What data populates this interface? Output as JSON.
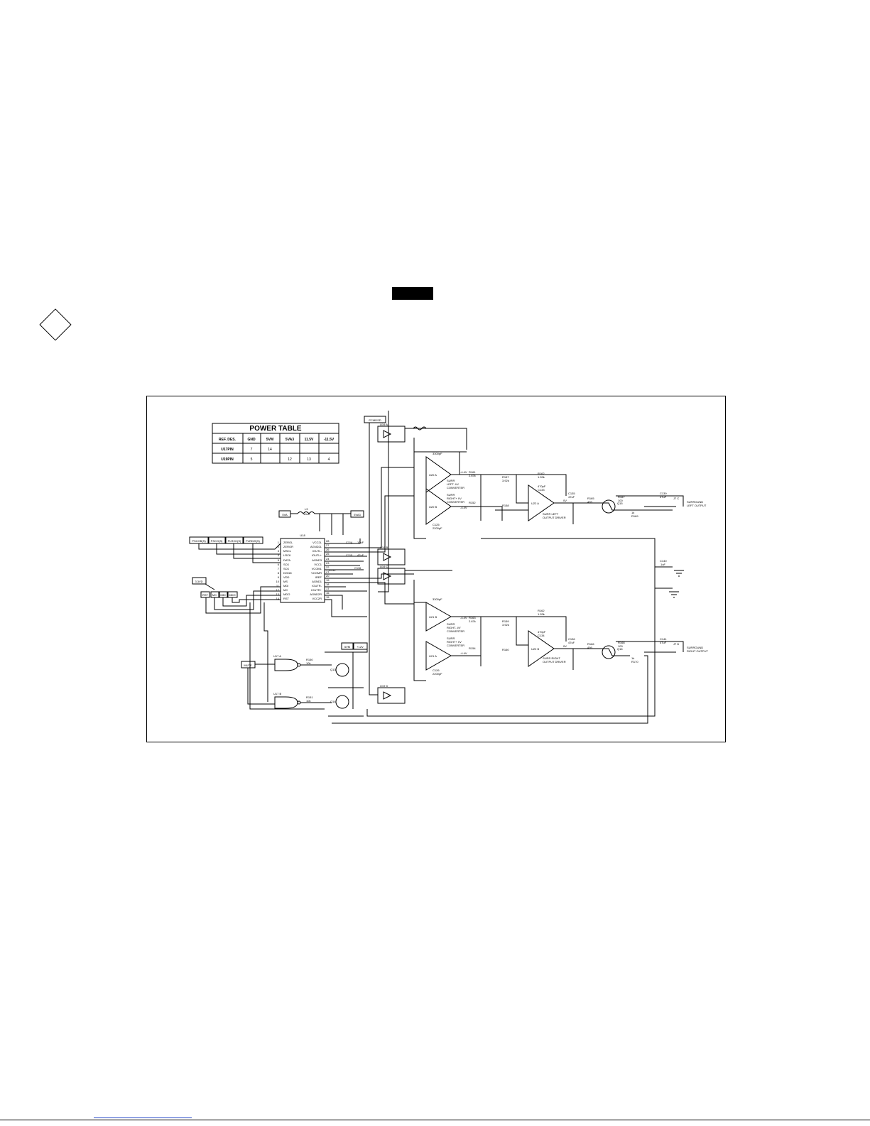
{
  "power_table": {
    "title": "POWER TABLE",
    "headers": [
      "REF. DES.",
      "GND",
      "5VM",
      "5VA3",
      "11.5V",
      "-11.5V"
    ],
    "rows": [
      [
        "U17PIN",
        "7",
        "14",
        "",
        "",
        ""
      ],
      [
        "U19PIN",
        "5",
        "",
        "12",
        "13",
        "4"
      ]
    ]
  },
  "net_labels": {
    "pcmdsd": "PCMDSD",
    "v5va": "5VA",
    "v5va3": "5VA3",
    "v33": "3.3VD",
    "v5vm": "5VM",
    "v12": "+12V",
    "mute": "MUTE",
    "rst": "RST",
    "mc": "MC",
    "md": "MDI",
    "mdo": "MDO",
    "in1": "PSCOB(S)",
    "in2": "PSCO(S)",
    "in3": "PLRCK(S)",
    "in4": "PLRDIS(S)"
  },
  "dac": {
    "ref": "U18",
    "left_pins": [
      {
        "n": "1",
        "name": "ZEROL"
      },
      {
        "n": "2",
        "name": "ZEROR"
      },
      {
        "n": "3",
        "name": "MSCL"
      },
      {
        "n": "4",
        "name": "LRCK"
      },
      {
        "n": "5",
        "name": "DATA"
      },
      {
        "n": "6",
        "name": "SCK"
      },
      {
        "n": "7",
        "name": "SCK"
      },
      {
        "n": "8",
        "name": "DGND"
      },
      {
        "n": "9",
        "name": "VDD"
      },
      {
        "n": "10",
        "name": "MS"
      },
      {
        "n": "11",
        "name": "MDI"
      },
      {
        "n": "12",
        "name": "MC"
      },
      {
        "n": "13",
        "name": "MDO"
      },
      {
        "n": "14",
        "name": "RST"
      }
    ],
    "right_pins": [
      {
        "n": "28",
        "name": "VCC2L"
      },
      {
        "n": "27",
        "name": "AGND2L"
      },
      {
        "n": "26",
        "name": "IOUTL-"
      },
      {
        "n": "25",
        "name": "IOUTL+"
      },
      {
        "n": "24",
        "name": "AGND3"
      },
      {
        "n": "23",
        "name": "VCC1"
      },
      {
        "n": "22",
        "name": "VCOML"
      },
      {
        "n": "21",
        "name": "VCOMR"
      },
      {
        "n": "20",
        "name": "IREF"
      },
      {
        "n": "19",
        "name": "AGND1"
      },
      {
        "n": "18",
        "name": "IOUTR-"
      },
      {
        "n": "17",
        "name": "IOUTR+"
      },
      {
        "n": "16",
        "name": "AGND2R"
      },
      {
        "n": "15",
        "name": "VCC2R"
      }
    ]
  },
  "blocks": {
    "ll_iv": [
      "SURR",
      "LEFT- I/V",
      "CONVERTER"
    ],
    "lr_iv": [
      "SURR",
      "RIGHT+ I/V",
      "CONVERTER"
    ],
    "rl_iv": [
      "SURR",
      "RIGHT- I/V",
      "CONVERTER"
    ],
    "rr_iv": [
      "SURR",
      "RIGHT+ I/V",
      "CONVERTER"
    ],
    "left_drv": [
      "SURR LEFT",
      "OUTPUT DRIVER"
    ],
    "right_drv": [
      "SURR RIGHT",
      "OUTPUT DRIVER"
    ],
    "left_out": [
      "SURROUND",
      "LEFT OUTPUT"
    ],
    "right_out": [
      "SURROUND",
      "RIGHT OUTPUT"
    ]
  },
  "parts": {
    "u19a": "U19 A",
    "u19b": "U19 B",
    "u19c": "U19 C",
    "u19d": "U19 D",
    "u20a": "U20 A",
    "u20b": "U20 B",
    "u21a": "U21 A",
    "u21b": "U21 B",
    "u22a": "U22 A",
    "u22b": "U22 B",
    "u17a": "U17 A",
    "u17b": "U17 B",
    "q13": "Q13",
    "q14": "Q14",
    "q15": "Q15",
    "q16": "Q16",
    "j7c": "J7 C",
    "j7d": "J7 D",
    "l3": "L3",
    "r161": "R161",
    "r162": "R162",
    "r163": "R163",
    "r167": "R167",
    "r168": "R168",
    "r165": "R165",
    "r166": "R166",
    "r152": "R152",
    "r154": "R154",
    "r157": "R157",
    "r158": "R158",
    "r159": "R159",
    "r160": "R160",
    "r150": "R150",
    "r151": "R151",
    "r132": "R132",
    "r169": "R169",
    "r170": "R170",
    "c139": "C139",
    "c141": "C141",
    "c140": "C140",
    "c135": "C135",
    "c136": "C136",
    "c133": "C133",
    "c134": "C134",
    "c125": "C125",
    "c126": "C126",
    "c114": "C114",
    "c115": "C115",
    "c116": "C116"
  },
  "values": {
    "v_neg44": "-4.4V",
    "v_0": "0V",
    "r_2k67": "2.67k",
    "r_1k5": "1.53k",
    "r_499": "499",
    "r_100": "100",
    "r_10k": "10k",
    "r_1k": "1k",
    "r_3k92": "3.92k",
    "c_470pf": "470pF",
    "c_47uf": "47uF",
    "c_10uf": "10uF",
    "c_1uf": ".1uF",
    "c_2k2": "2200pF",
    "c_3300": "3300pF",
    "l_10uh": "10uH"
  }
}
